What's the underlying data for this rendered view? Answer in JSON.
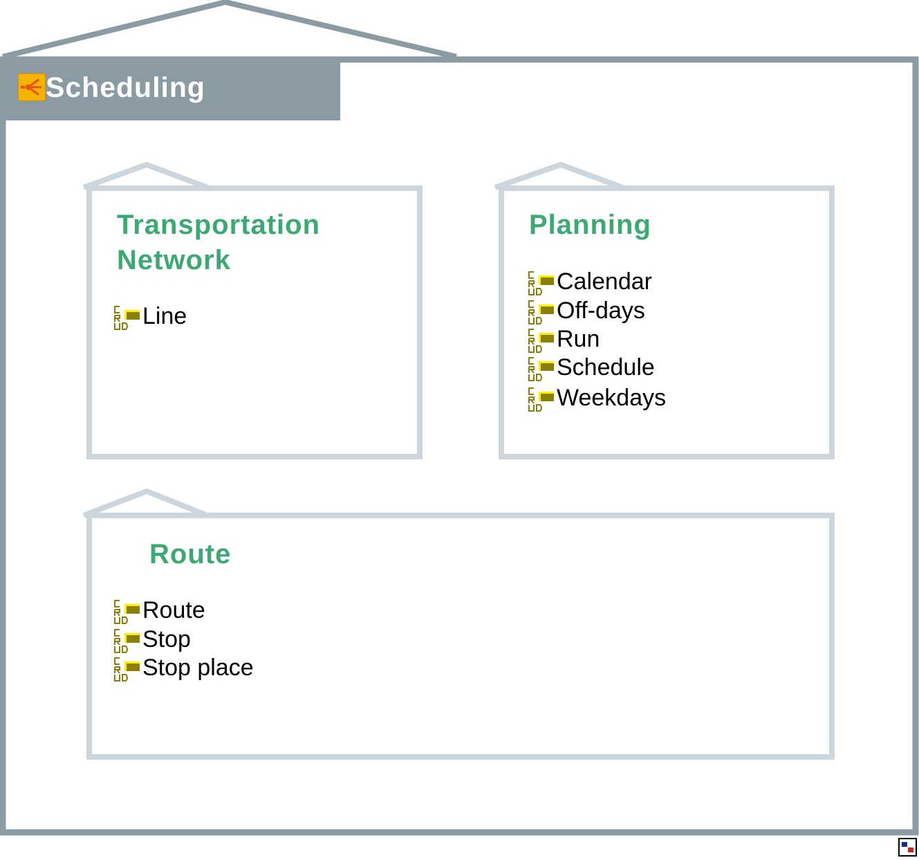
{
  "diagram": {
    "title": "Scheduling",
    "packages": [
      {
        "title_lines": [
          "Transportation",
          "Network"
        ],
        "items": [
          "Line"
        ]
      },
      {
        "title_lines": [
          "Planning"
        ],
        "items": [
          "Calendar",
          "Off-days",
          "Run",
          "Schedule",
          "Weekdays"
        ]
      },
      {
        "title_lines": [
          "Route"
        ],
        "items": [
          "Route",
          "Stop",
          "Stop place"
        ]
      }
    ]
  },
  "icons": {
    "title_icon": "scheduling-app-icon",
    "item_icon": "crud-entity-icon",
    "corner_icon": "diagram-link-icon"
  },
  "colors": {
    "outer_frame": "#8a9ba4",
    "inner_frame": "#ccd6dc",
    "package_title": "#3aaa72",
    "crud_icon": "#8a8008"
  }
}
